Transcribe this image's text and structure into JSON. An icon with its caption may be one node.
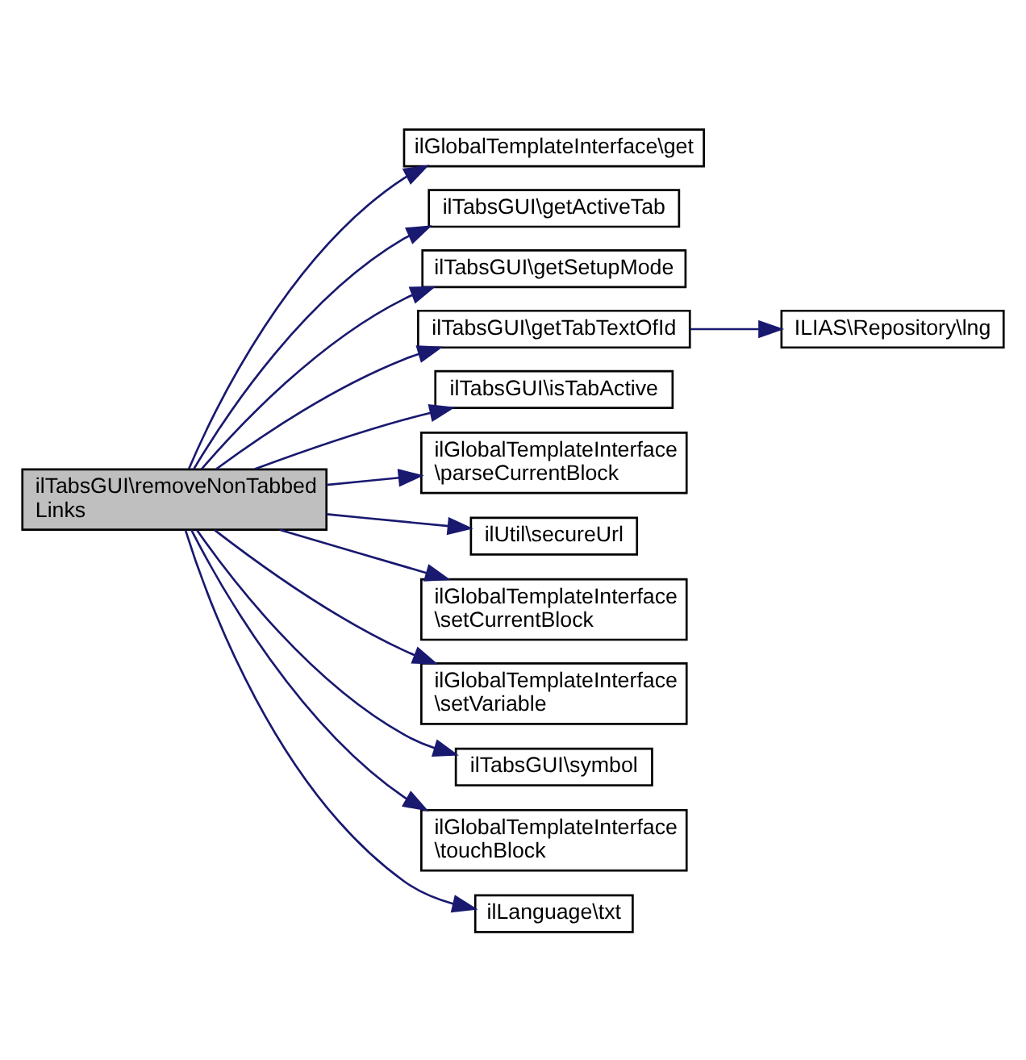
{
  "diagram": {
    "nodes": [
      {
        "text": [
          "ilTabsGUI\\removeNonTabbed Links"
        ]
      },
      {
        "text": [
          "ilGlobalTemplateInterface\\get"
        ]
      },
      {
        "text": [
          "ilTabsGUI\\getActiveTab"
        ]
      },
      {
        "text": [
          "ilTabsGUI\\getSetupMode"
        ]
      },
      {
        "text": [
          "ilTabsGUI\\getTabTextOfId"
        ]
      },
      {
        "text": [
          "ILIAS\\Repository\\lng"
        ]
      },
      {
        "text": [
          "ilTabsGUI\\isTabActive"
        ]
      },
      {
        "text": [
          "ilGlobalTemplateInterface \\parseCurrentBlock"
        ]
      },
      {
        "text": [
          "ilUtil\\secureUrl"
        ]
      },
      {
        "text": [
          "ilGlobalTemplateInterface \\setCurrentBlock"
        ]
      },
      {
        "text": [
          "ilGlobalTemplateInterface \\setVariable"
        ]
      },
      {
        "text": [
          "ilTabsGUI\\symbol"
        ]
      },
      {
        "text": [
          "ilGlobalTemplateInterface \\touchBlock"
        ]
      },
      {
        "text": [
          "ilLanguage\\txt"
        ]
      }
    ],
    "edges": [
      {
        "from": 0,
        "to": 1,
        "arrow": "to"
      },
      {
        "from": 0,
        "to": 2,
        "arrow": "to"
      },
      {
        "from": 0,
        "to": 3,
        "arrow": "to"
      },
      {
        "from": 0,
        "to": 4,
        "arrow": "to"
      },
      {
        "from": 4,
        "to": 5,
        "arrow": "to"
      },
      {
        "from": 0,
        "to": 6,
        "arrow": "to"
      },
      {
        "from": 0,
        "to": 7,
        "arrow": "to"
      },
      {
        "from": 0,
        "to": 8,
        "arrow": "to"
      },
      {
        "from": 0,
        "to": 9,
        "arrow": "to"
      },
      {
        "from": 0,
        "to": 10,
        "arrow": "to"
      },
      {
        "from": 0,
        "to": 11,
        "arrow": "to"
      },
      {
        "from": 0,
        "to": 12,
        "arrow": "to"
      },
      {
        "from": 0,
        "to": 13,
        "arrow": "to"
      }
    ]
  }
}
